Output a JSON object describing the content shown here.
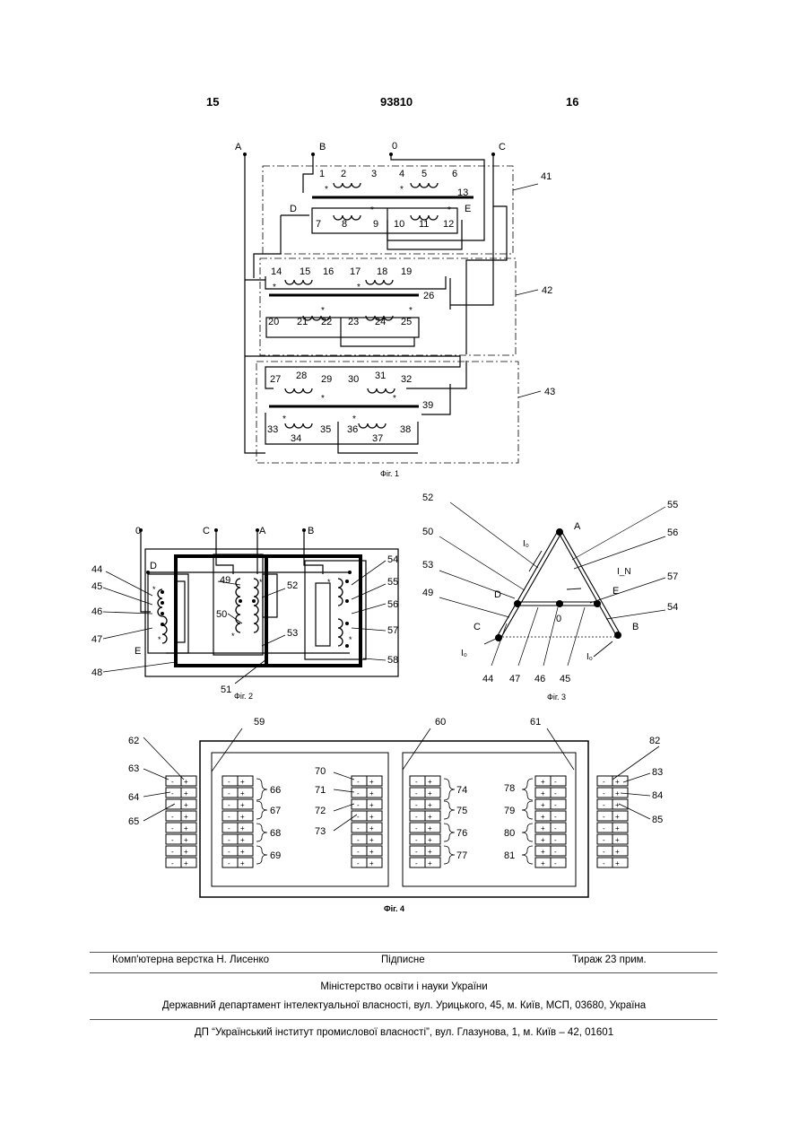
{
  "header": {
    "page_left": "15",
    "patent_no": "93810",
    "page_right": "16"
  },
  "fig1": {
    "caption": "Фіг. 1",
    "terminals": [
      "A",
      "B",
      "0",
      "C",
      "D",
      "E"
    ],
    "refs": [
      "41",
      "42",
      "43"
    ],
    "t1": {
      "row1": [
        "1",
        "2",
        "3",
        "4",
        "5",
        "6"
      ],
      "core": "13",
      "row2": [
        "7",
        "8",
        "9",
        "10",
        "11",
        "12"
      ]
    },
    "t2": {
      "row1": [
        "14",
        "15",
        "16",
        "17",
        "18",
        "19"
      ],
      "core": "26",
      "row2": [
        "20",
        "21",
        "22",
        "23",
        "24",
        "25"
      ]
    },
    "t3": {
      "row1": [
        "27",
        "28",
        "29",
        "30",
        "31",
        "32"
      ],
      "core": "39",
      "row2": [
        "33",
        "34",
        "35",
        "36",
        "37",
        "38"
      ]
    }
  },
  "fig2": {
    "caption": "Фіг. 2",
    "terminals": [
      "0",
      "C",
      "A",
      "B",
      "D",
      "E"
    ],
    "labels": [
      "44",
      "45",
      "46",
      "47",
      "48",
      "49",
      "50",
      "51",
      "52",
      "53",
      "54",
      "55",
      "56",
      "57",
      "58"
    ]
  },
  "fig3": {
    "caption": "Фіг. 3",
    "vertices": [
      "A",
      "B",
      "C",
      "D",
      "E",
      "0"
    ],
    "currents": [
      "I₀",
      "I₀",
      "I₀",
      "I_N"
    ],
    "labels": [
      "52",
      "50",
      "53",
      "49",
      "55",
      "56",
      "57",
      "54",
      "44",
      "47",
      "46",
      "45"
    ]
  },
  "fig4": {
    "caption": "Фіг. 4",
    "labels": [
      "59",
      "60",
      "61",
      "62",
      "63",
      "64",
      "65",
      "66",
      "67",
      "68",
      "69",
      "70",
      "71",
      "72",
      "73",
      "74",
      "75",
      "76",
      "77",
      "78",
      "79",
      "80",
      "81",
      "82",
      "83",
      "84",
      "85"
    ]
  },
  "footer": {
    "layout_by": "Комп'ютерна верстка Н. Лисенко",
    "signed": "Підписне",
    "circulation": "Тираж 23 прим.",
    "ministry": "Міністерство освіти і науки України",
    "department": "Державний департамент інтелектуальної власності, вул. Урицького, 45, м. Київ, МСП, 03680, Україна",
    "institute": "ДП “Український інститут промислової власності”, вул. Глазунова, 1, м. Київ – 42, 01601"
  }
}
